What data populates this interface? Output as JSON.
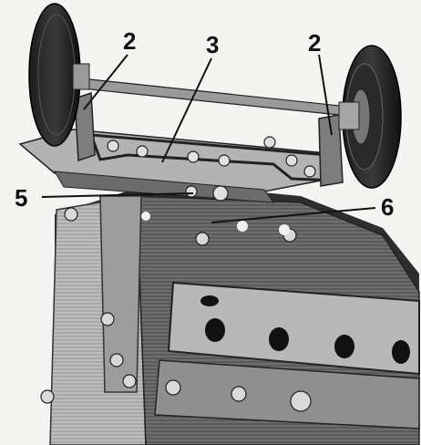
{
  "figure": {
    "callouts": [
      {
        "id": "c2a",
        "label": "2"
      },
      {
        "id": "c3",
        "label": "3"
      },
      {
        "id": "c2b",
        "label": "2"
      },
      {
        "id": "c5",
        "label": "5"
      },
      {
        "id": "c6",
        "label": "6"
      }
    ]
  },
  "colors": {
    "ink": "#111111",
    "metal_dark": "#3a3a3a",
    "metal_mid": "#7b7b7b",
    "metal_light": "#c8c8c8",
    "paper": "#f4f4f2"
  }
}
